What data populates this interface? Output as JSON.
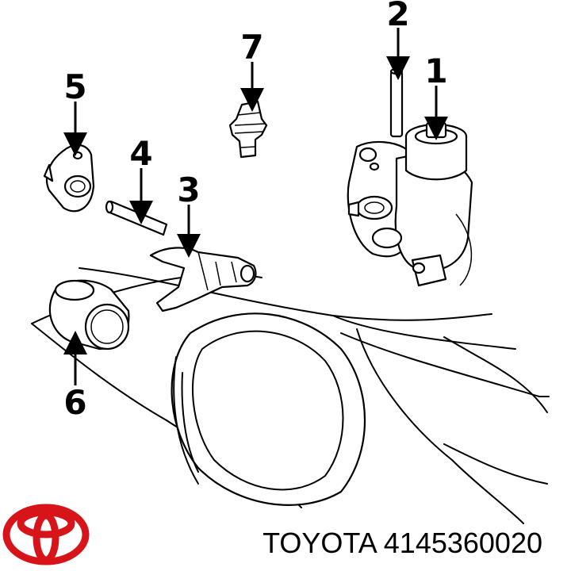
{
  "brand": "TOYOTA",
  "part_number": "4145360020",
  "callouts": [
    "1",
    "2",
    "3",
    "4",
    "5",
    "6",
    "7"
  ],
  "logo": {
    "name": "toyota-logo",
    "color": "#d7141a"
  }
}
